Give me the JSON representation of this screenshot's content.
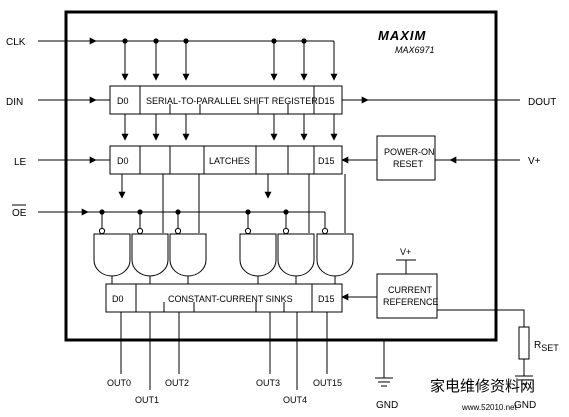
{
  "brand": {
    "logo": "MAXIM",
    "part_number": "MAX6971"
  },
  "inputs": {
    "clk": "CLK",
    "din": "DIN",
    "le": "LE",
    "oe": "OE"
  },
  "outputs": {
    "dout": "DOUT",
    "supply": "V+"
  },
  "shift_register": {
    "first": "D0",
    "label": "SERIAL-TO-PARALLEL SHIFT REGISTER",
    "last": "D15"
  },
  "latches": {
    "first": "D0",
    "label": "LATCHES",
    "last": "D15"
  },
  "sinks": {
    "first": "D0",
    "label": "CONSTANT-CURRENT SINKS",
    "last": "D15"
  },
  "power_on_reset": {
    "line1": "POWER-ON",
    "line2": "RESET"
  },
  "current_reference": {
    "line1": "CURRENT",
    "line2": "REFERENCE",
    "supply": "V+"
  },
  "rset": {
    "main": "R",
    "sub": "SET"
  },
  "ground_labels": [
    "GND",
    "GND"
  ],
  "out_pins": [
    "OUT0",
    "OUT1",
    "OUT2",
    "OUT3",
    "OUT4",
    "OUT15"
  ],
  "watermark": {
    "text": "家电维修资料网",
    "url": "www.52010.net"
  }
}
